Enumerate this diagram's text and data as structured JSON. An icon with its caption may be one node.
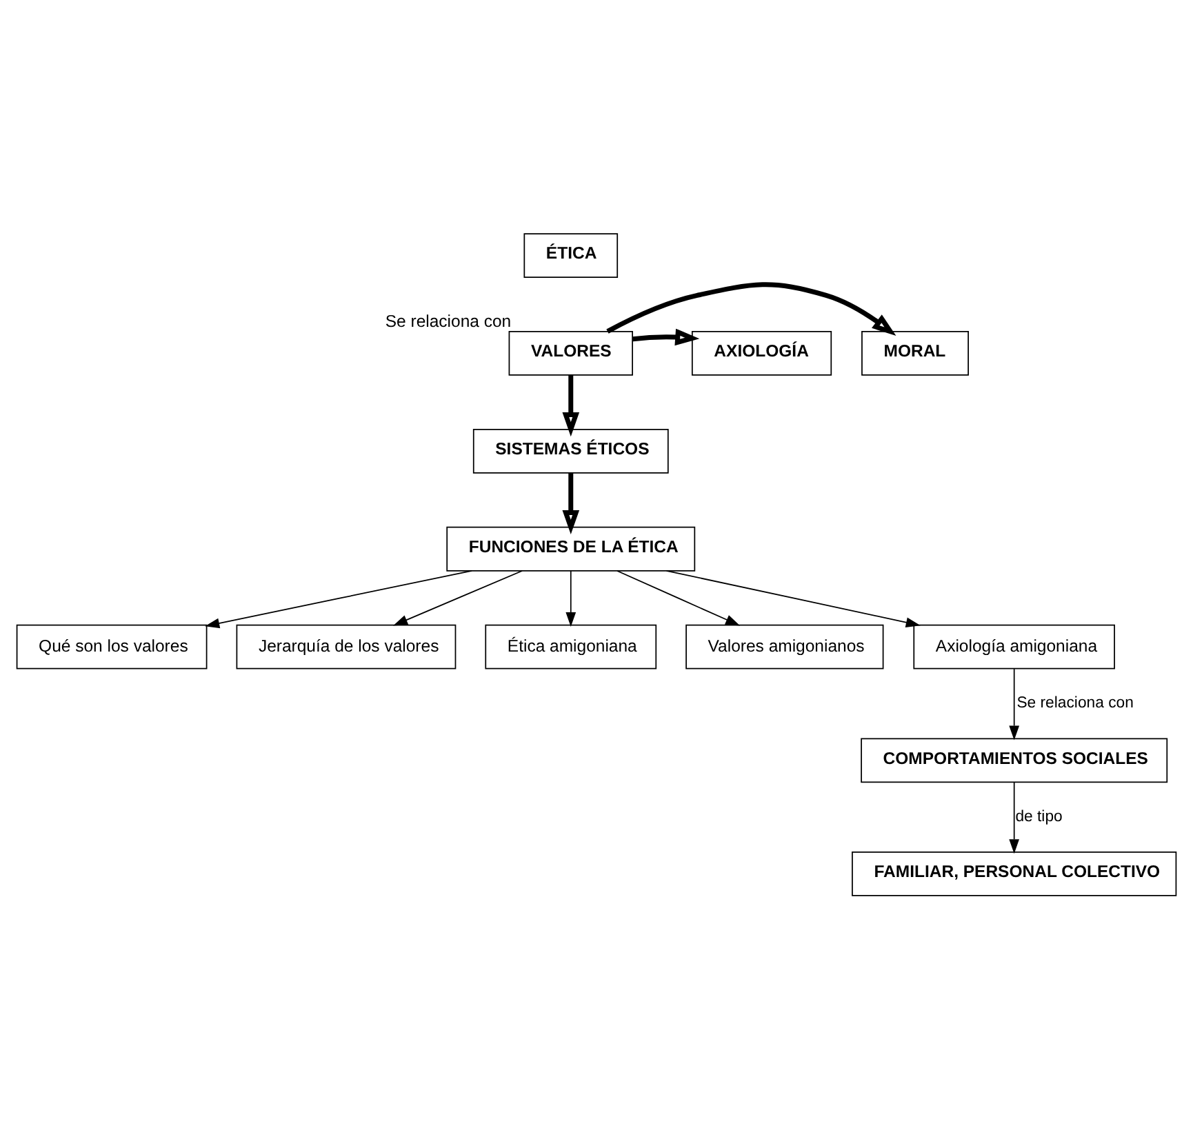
{
  "diagram": {
    "nodes": [
      {
        "text": [
          "ÉTICA"
        ]
      },
      {
        "text": [
          "MORAL"
        ]
      },
      {
        "text": [
          "VALORES"
        ],
        "beside": [
          "Se relaciona con"
        ]
      },
      {
        "text": [
          "AXIOLOGÍA"
        ]
      },
      {
        "text": [
          "SISTEMAS ÉTICOS"
        ]
      },
      {
        "text": [
          "FUNCIONES DE LA ÉTICA"
        ]
      },
      {
        "text": [
          "Qué son los valores"
        ]
      },
      {
        "text": [
          "Jerarquía de los valores"
        ]
      },
      {
        "text": [
          "Ética amigoniana"
        ]
      },
      {
        "text": [
          "Valores amigonianos"
        ]
      },
      {
        "text": [
          "Axiología amigoniana"
        ]
      },
      {
        "text": [
          "COMPORTAMIENTOS SOCIALES"
        ]
      },
      {
        "text": [
          "FAMILIAR, PERSONAL COLECTIVO"
        ]
      }
    ],
    "edges": [
      {
        "from": 2,
        "to": 1,
        "arrow": "to",
        "style": "thick"
      },
      {
        "from": 2,
        "to": 3,
        "arrow": "to",
        "style": "thick"
      },
      {
        "from": 2,
        "to": 4,
        "arrow": "to",
        "style": "thick"
      },
      {
        "from": 4,
        "to": 5,
        "arrow": "to",
        "style": "thick"
      },
      {
        "from": 5,
        "to": 6,
        "arrow": "to"
      },
      {
        "from": 5,
        "to": 7,
        "arrow": "to"
      },
      {
        "from": 5,
        "to": 8,
        "arrow": "to"
      },
      {
        "from": 5,
        "to": 9,
        "arrow": "to"
      },
      {
        "from": 5,
        "to": 10,
        "arrow": "to"
      },
      {
        "from": 10,
        "to": 11,
        "arrow": "to",
        "label": "Se relaciona con"
      },
      {
        "from": 11,
        "to": 12,
        "arrow": "to",
        "label": "de tipo"
      }
    ]
  }
}
